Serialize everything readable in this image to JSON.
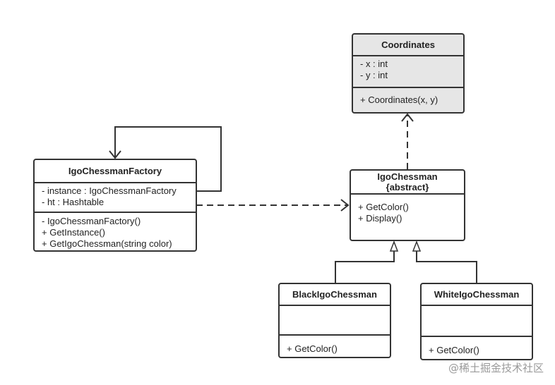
{
  "classes": {
    "coordinates": {
      "name": "Coordinates",
      "attributes": [
        "- x : int",
        "- y : int"
      ],
      "methods": [
        "+ Coordinates(x, y)"
      ]
    },
    "factory": {
      "name": "IgoChessmanFactory",
      "attributes": [
        "- instance : IgoChessmanFactory",
        "- ht : Hashtable"
      ],
      "methods": [
        "- IgoChessmanFactory()",
        "+ GetInstance()",
        "+ GetIgoChessman(string color)"
      ]
    },
    "chessman": {
      "name": "IgoChessman",
      "stereotype": "{abstract}",
      "methods": [
        "+ GetColor()",
        "+ Display()"
      ]
    },
    "black": {
      "name": "BlackIgoChessman",
      "methods": [
        "+ GetColor()"
      ]
    },
    "white": {
      "name": "WhiteIgoChessman",
      "methods": [
        "+ GetColor()"
      ]
    }
  },
  "watermark": "@稀土掘金技术社区"
}
